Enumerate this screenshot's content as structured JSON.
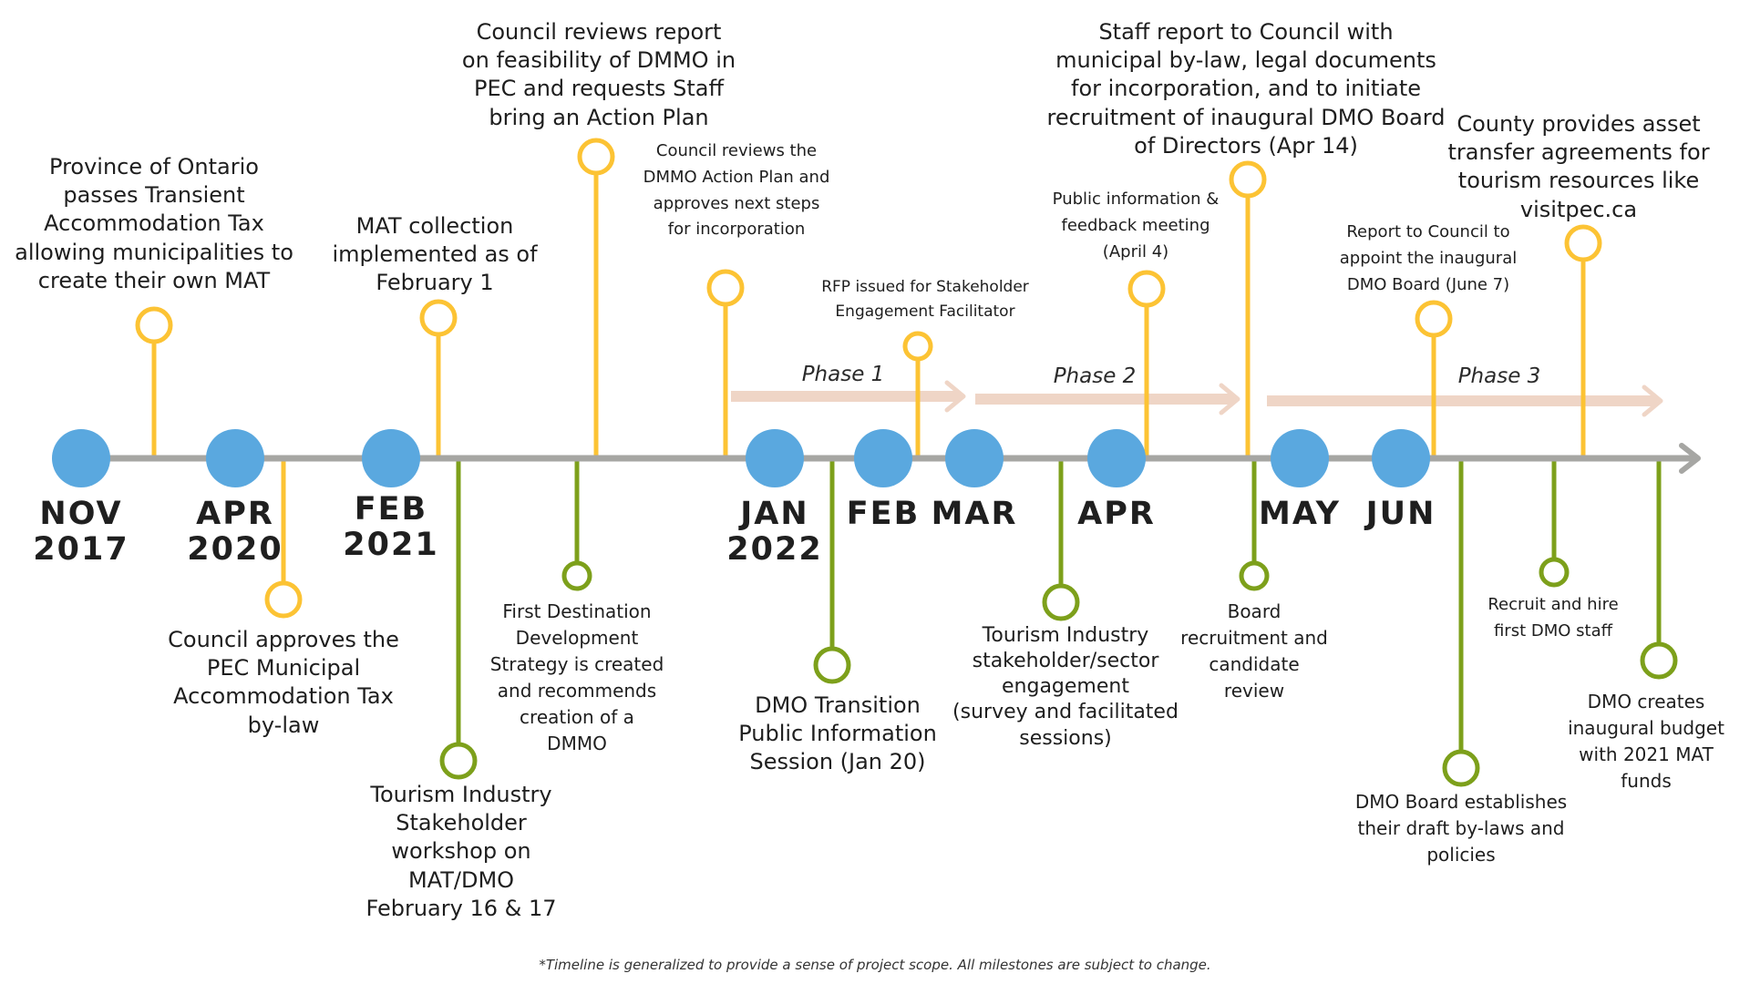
{
  "colors": {
    "axis": "#a6a6a3",
    "date_circle": "#5aa8df",
    "above_marker": "#fcc334",
    "below_marker": "#7da01b",
    "phase_arrow": "#efd5c6"
  },
  "dates": [
    {
      "l1": "NOV",
      "l2": "2017"
    },
    {
      "l1": "APR",
      "l2": "2020"
    },
    {
      "l1": "FEB",
      "l2": "2021"
    },
    {
      "l1": "JAN",
      "l2": "2022"
    },
    {
      "l1": "FEB",
      "l2": ""
    },
    {
      "l1": "MAR",
      "l2": ""
    },
    {
      "l1": "APR",
      "l2": ""
    },
    {
      "l1": "MAY",
      "l2": ""
    },
    {
      "l1": "JUN",
      "l2": ""
    }
  ],
  "phases": [
    "Phase 1",
    "Phase 2",
    "Phase 3"
  ],
  "milestones_above": [
    {
      "lines": [
        "Province of Ontario",
        "passes Transient",
        "Accommodation Tax",
        "allowing municipalities to",
        "create their own MAT"
      ]
    },
    {
      "lines": [
        "MAT collection",
        "implemented as of",
        "February 1"
      ]
    },
    {
      "lines": [
        "Council reviews report",
        "on feasibility of DMMO in",
        "PEC and requests Staff",
        "bring an Action Plan"
      ]
    },
    {
      "lines": [
        "Council reviews the",
        "DMMO Action Plan and",
        "approves next steps",
        "for incorporation"
      ]
    },
    {
      "lines": [
        "RFP issued for Stakeholder",
        "Engagement Facilitator"
      ]
    },
    {
      "lines": [
        "Public information &",
        "feedback meeting",
        "(April 4)"
      ]
    },
    {
      "lines": [
        "Staff report to Council with",
        "municipal by-law, legal documents",
        "for incorporation, and to initiate",
        "recruitment of inaugural DMO Board",
        "of Directors (Apr 14)"
      ]
    },
    {
      "lines": [
        "Report to Council to",
        "appoint the inaugural",
        "DMO Board (June 7)"
      ]
    },
    {
      "lines": [
        "County provides asset",
        "transfer agreements for",
        "tourism resources like",
        "visitpec.ca"
      ]
    }
  ],
  "milestones_below": [
    {
      "lines": [
        "Council approves the",
        "PEC Municipal",
        "Accommodation Tax",
        "by-law"
      ]
    },
    {
      "lines": [
        "Tourism Industry",
        "Stakeholder",
        "workshop on",
        "MAT/DMO",
        "February 16 & 17"
      ]
    },
    {
      "lines": [
        "First Destination",
        "Development",
        "Strategy is created",
        "and recommends",
        "creation of a",
        "DMMO"
      ]
    },
    {
      "lines": [
        "DMO Transition",
        "Public Information",
        "Session (Jan 20)"
      ]
    },
    {
      "lines": [
        "Tourism Industry",
        "stakeholder/sector",
        "engagement",
        "(survey and facilitated",
        "sessions)"
      ]
    },
    {
      "lines": [
        "Board",
        "recruitment and",
        "candidate",
        "review"
      ]
    },
    {
      "lines": [
        "Recruit and hire",
        "first DMO staff"
      ]
    },
    {
      "lines": [
        "DMO Board establishes",
        "their draft by-laws and",
        "policies"
      ]
    },
    {
      "lines": [
        "DMO creates",
        "inaugural budget",
        "with 2021 MAT",
        "funds"
      ]
    }
  ],
  "footnote": "*Timeline is generalized to provide a sense of project scope. All milestones are subject to change."
}
